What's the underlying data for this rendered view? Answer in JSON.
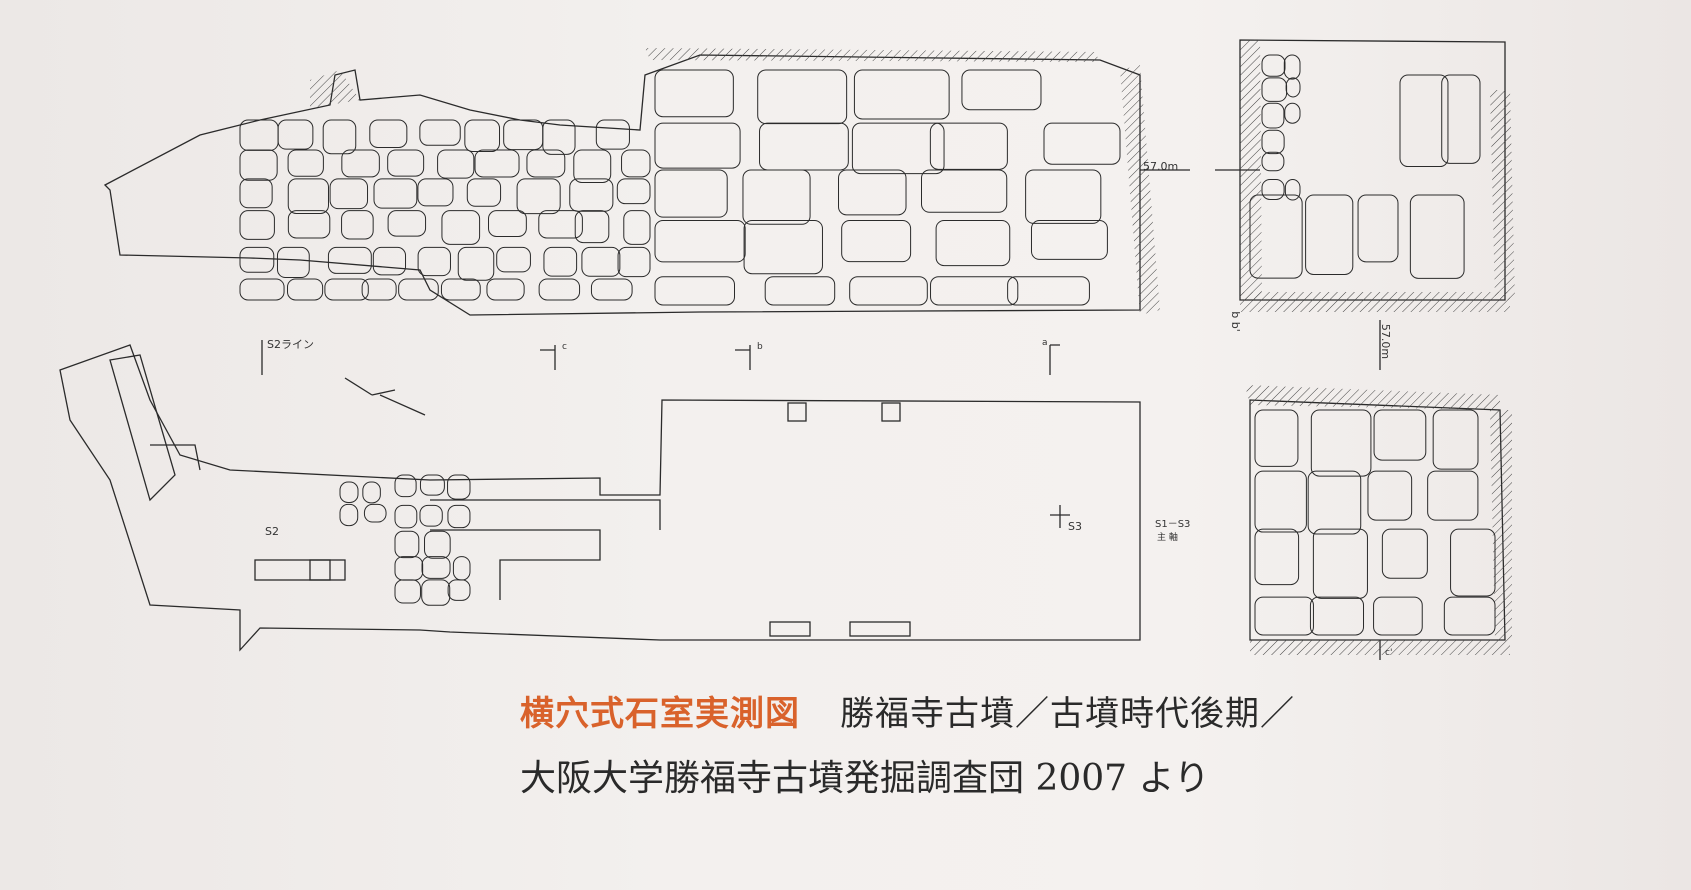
{
  "labels": {
    "s2_line": "S2ライン",
    "elev_top_right": "57.0m",
    "section_bb": "b b'",
    "elev_vertical": "57.0m",
    "s2": "S2",
    "s3": "S3",
    "s1_s3": "S1－S3",
    "main_axis": "主 軸",
    "marker_c": "c",
    "marker_b": "b",
    "marker_a": "a",
    "marker_c2": "c'"
  },
  "caption": {
    "title": "横穴式石室実測図",
    "subtitle": "勝福寺古墳／古墳時代後期／",
    "source": "大阪大学勝福寺古墳発掘調査団 2007 より"
  },
  "colors": {
    "accent": "#d9622b",
    "ink": "#2a2a2a",
    "paper": "#f1eeec"
  }
}
